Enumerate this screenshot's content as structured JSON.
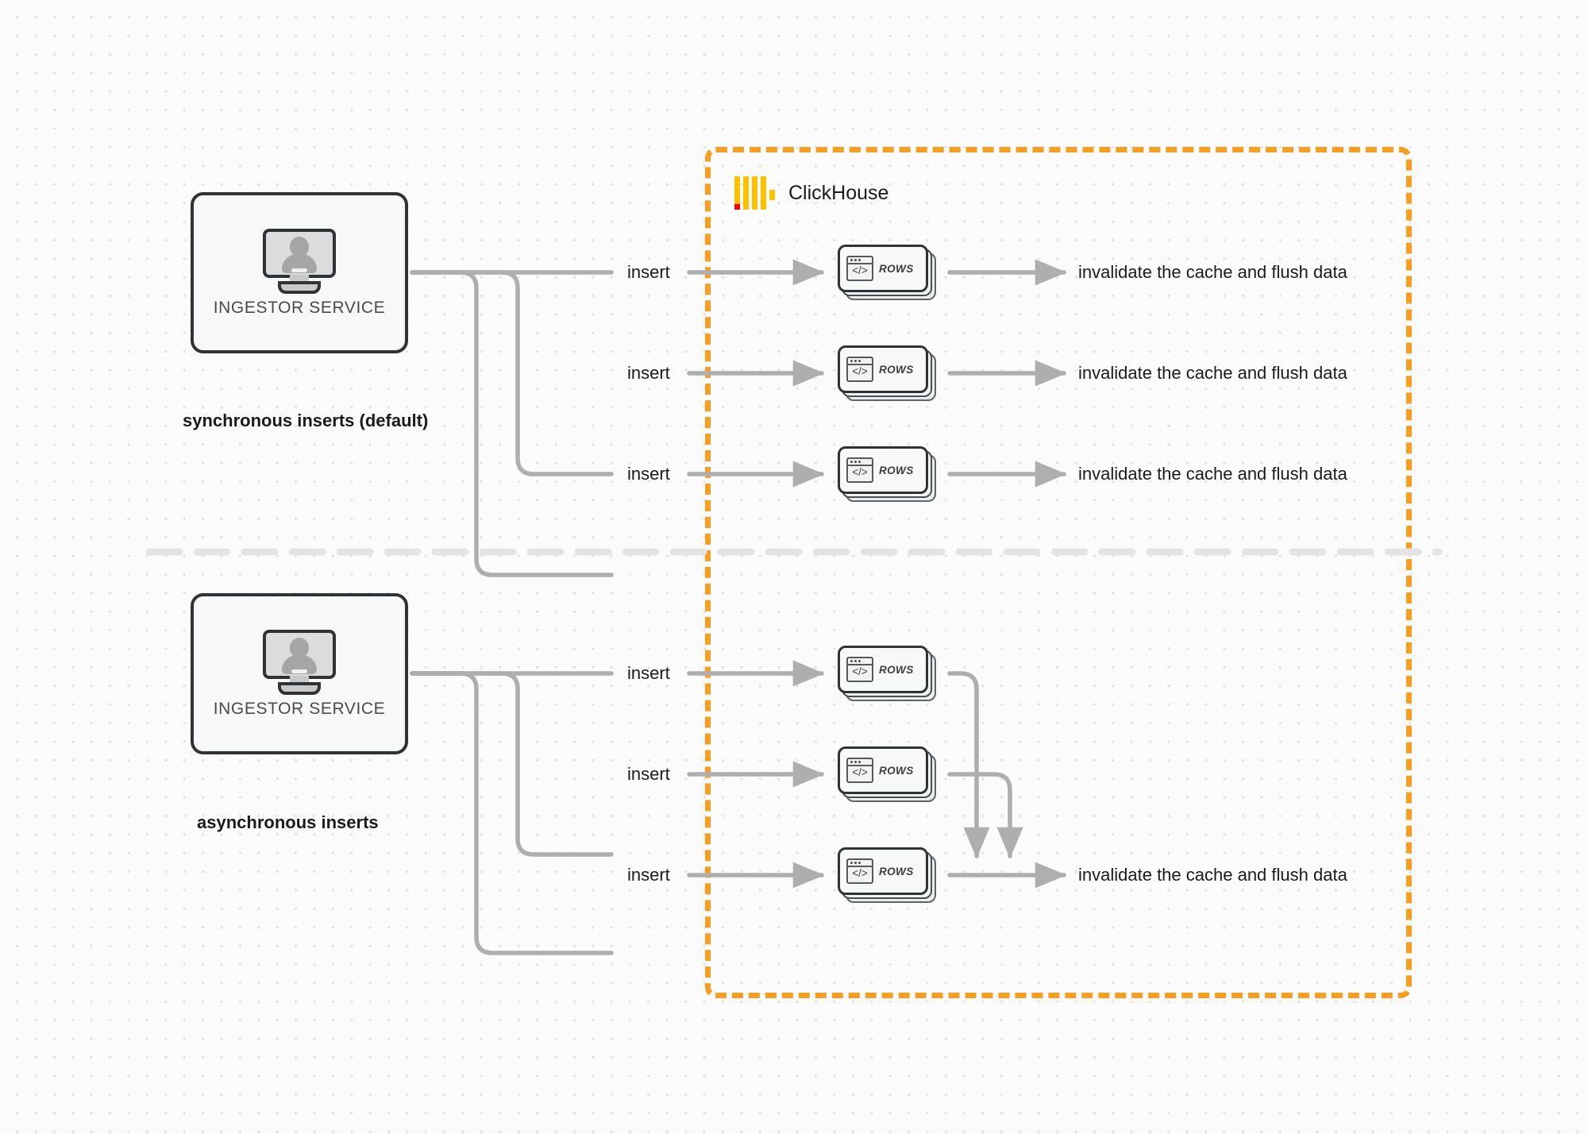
{
  "diagram": {
    "title": "ClickHouse synchronous vs asynchronous inserts",
    "background": "#fbfbfb",
    "colors": {
      "accent_orange": "#f79d20",
      "logo_yellow": "#ffc000",
      "logo_red": "#ff0000",
      "wire_gray": "#aeaeae",
      "node_outline": "#2f3336",
      "text": "#1b1b1b"
    }
  },
  "clickhouse_region": {
    "brand_name": "ClickHouse",
    "logo_name": "clickhouse-logo",
    "border_style": "dashed"
  },
  "sections": [
    {
      "id": "synchronous",
      "caption": "synchronous inserts (default)",
      "ingestor": {
        "label": "INGESTOR SERVICE",
        "icon": "monitor-user-icon"
      },
      "flows": [
        {
          "insert_label": "insert",
          "node_label": "ROWS",
          "result_label": "invalidate the cache and flush data"
        },
        {
          "insert_label": "insert",
          "node_label": "ROWS",
          "result_label": "invalidate the cache and flush data"
        },
        {
          "insert_label": "insert",
          "node_label": "ROWS",
          "result_label": "invalidate the cache and flush data"
        }
      ]
    },
    {
      "id": "asynchronous",
      "caption": "asynchronous inserts",
      "ingestor": {
        "label": "INGESTOR SERVICE",
        "icon": "monitor-user-icon"
      },
      "flows": [
        {
          "insert_label": "insert",
          "node_label": "ROWS"
        },
        {
          "insert_label": "insert",
          "node_label": "ROWS"
        },
        {
          "insert_label": "insert",
          "node_label": "ROWS"
        }
      ],
      "merged_result_label": "invalidate the cache and flush data"
    }
  ]
}
